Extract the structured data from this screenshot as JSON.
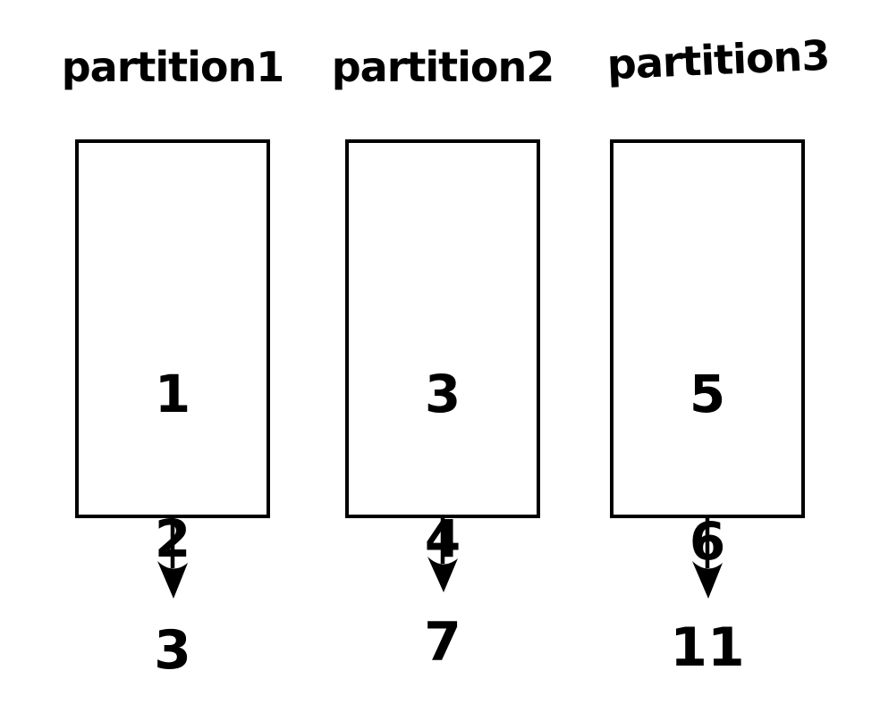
{
  "background_color": "#ffffff",
  "ink_color": "#000000",
  "partitions": [
    {
      "label": "partition1",
      "items": [
        "1",
        "2"
      ],
      "result": "3"
    },
    {
      "label": "partition2",
      "items": [
        "3",
        "4"
      ],
      "result": "7"
    },
    {
      "label": "partition3",
      "items": [
        "5",
        "6"
      ],
      "result": "11"
    }
  ]
}
